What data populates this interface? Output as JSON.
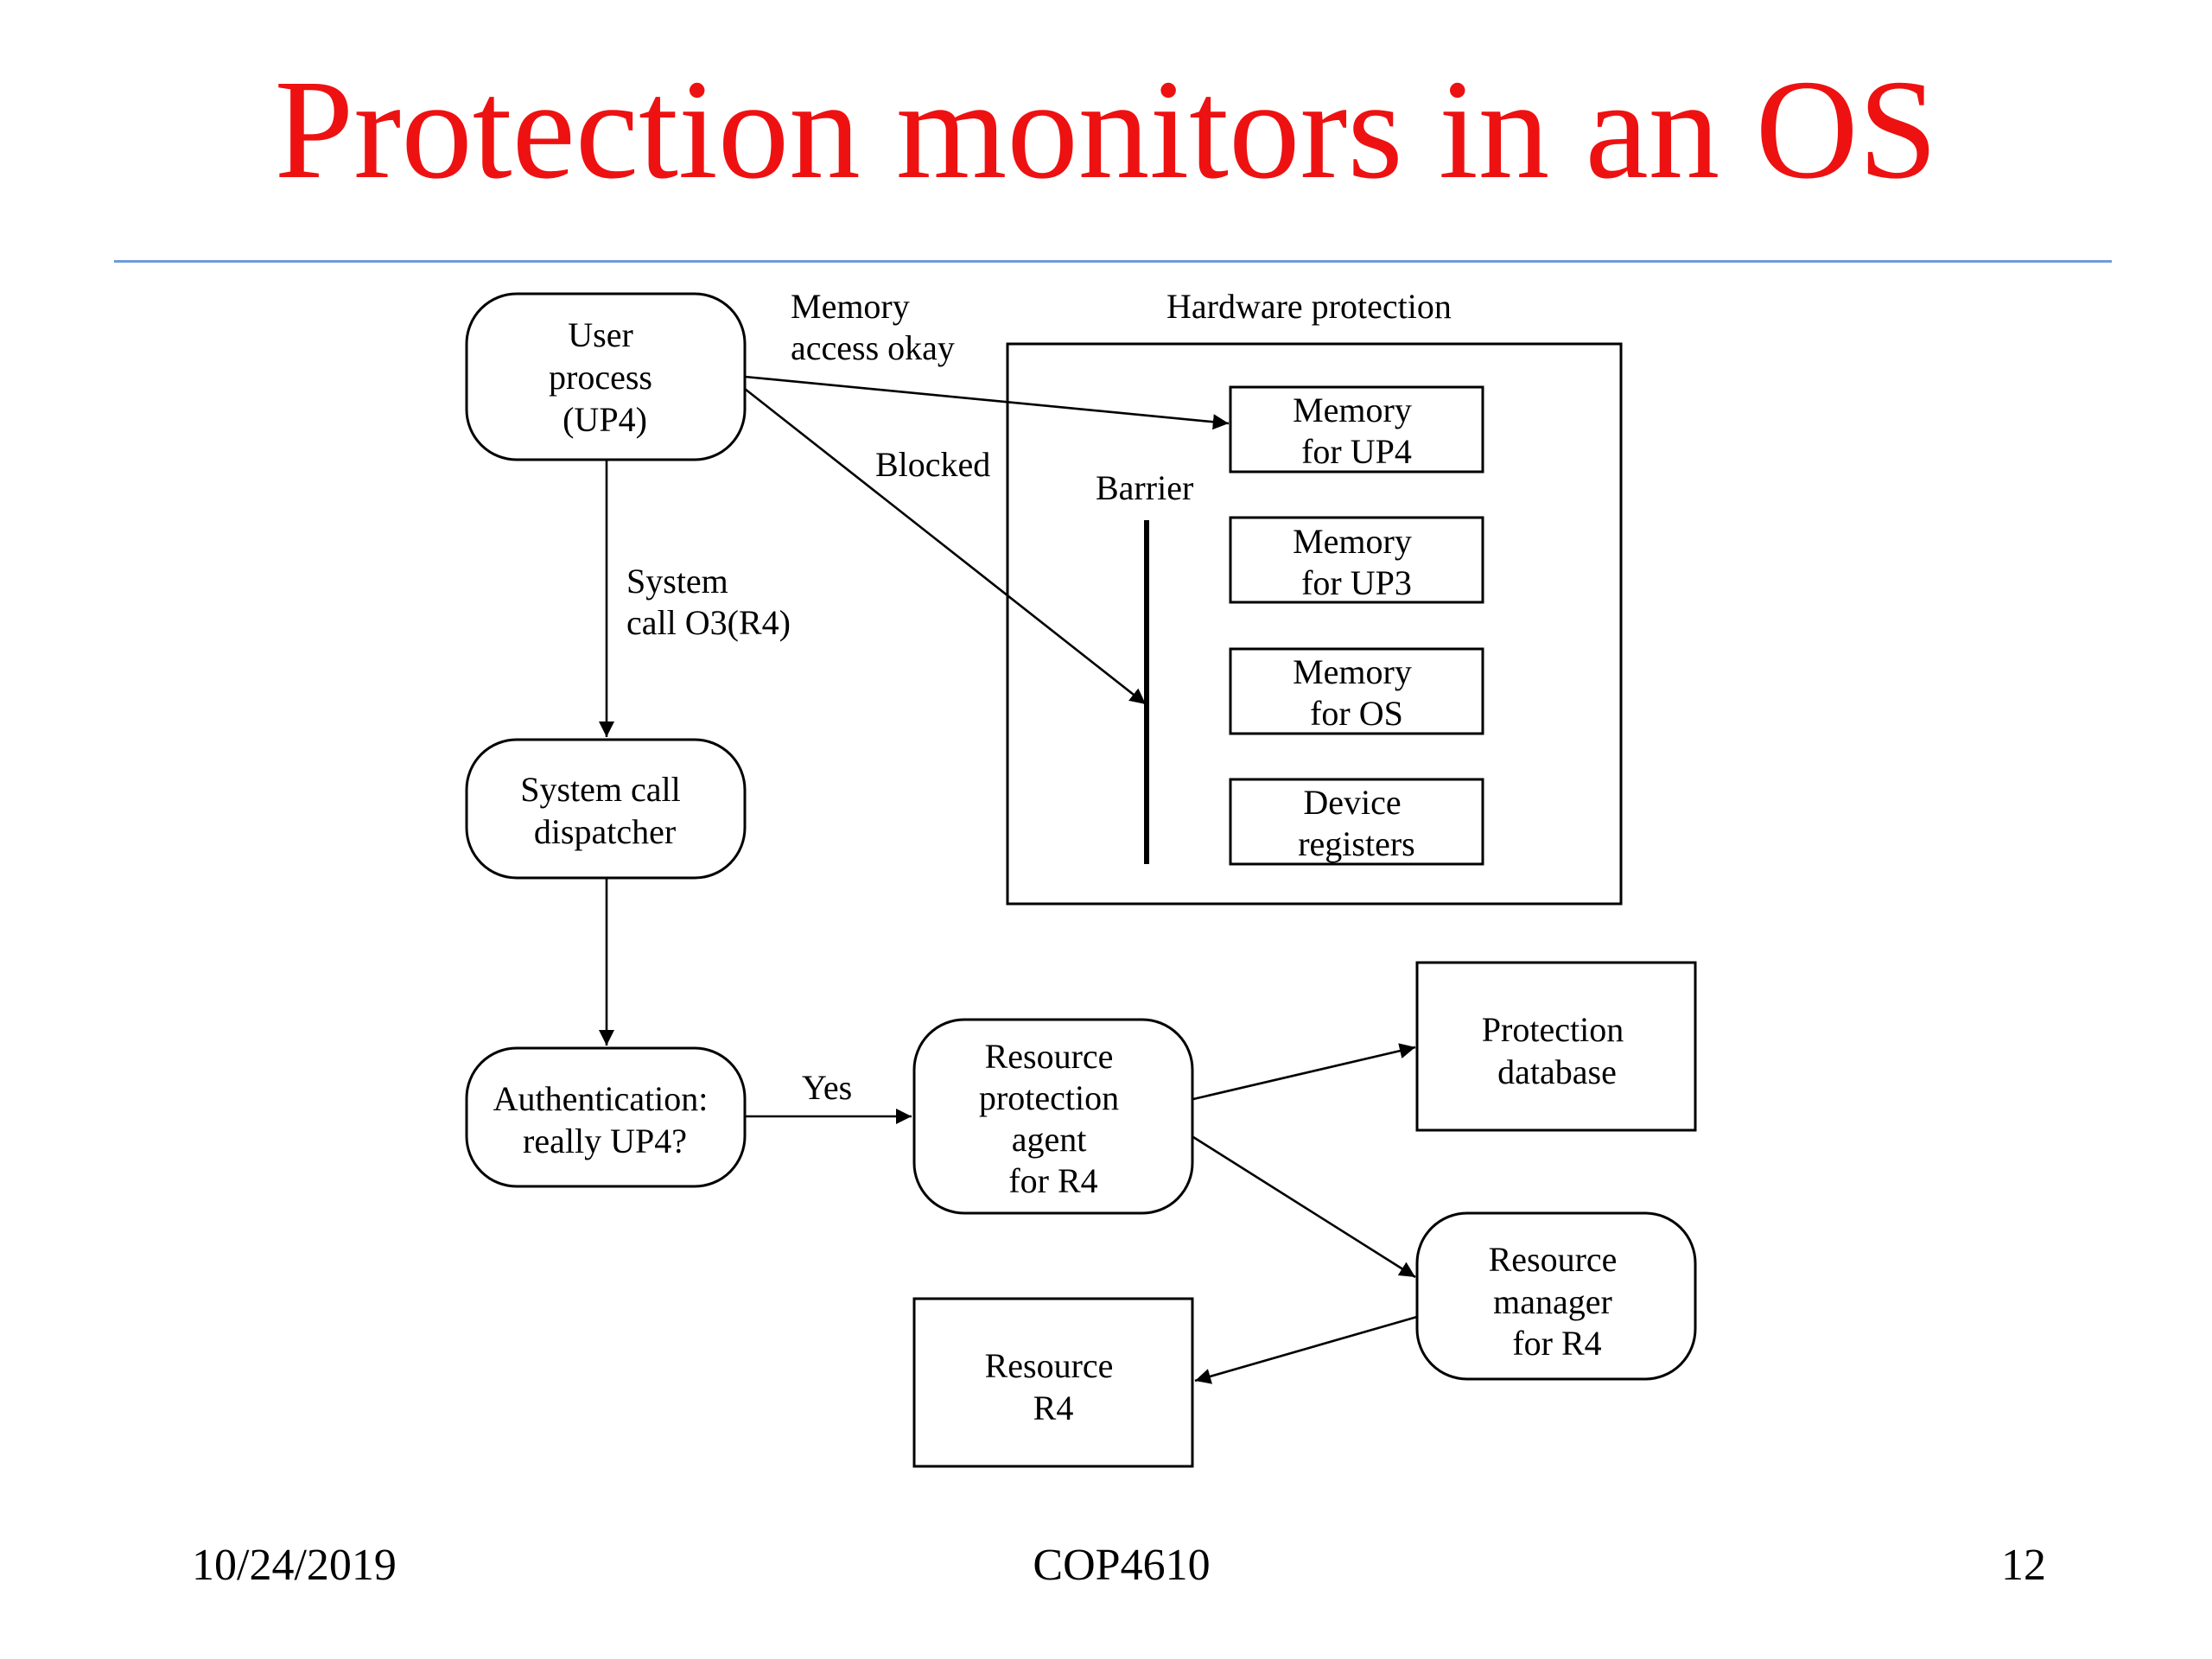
{
  "slide": {
    "title": "Protection monitors in an OS"
  },
  "diagram": {
    "nodes": {
      "user_process": [
        "User",
        "process",
        "(UP4)"
      ],
      "syscall_dispatcher": [
        "System call",
        "dispatcher"
      ],
      "authentication": [
        "Authentication:",
        "really UP4?"
      ],
      "resource_agent": [
        "Resource",
        "protection",
        "agent",
        "for R4"
      ],
      "protection_database": [
        "Protection",
        "database"
      ],
      "resource_manager": [
        "Resource",
        "manager",
        "for R4"
      ],
      "resource_r4": [
        "Resource",
        "R4"
      ],
      "memory_up4": [
        "Memory",
        "for UP4"
      ],
      "memory_up3": [
        "Memory",
        "for UP3"
      ],
      "memory_os": [
        "Memory",
        "for OS"
      ],
      "device_registers": [
        "Device",
        "registers"
      ]
    },
    "labels": {
      "memory_access_okay": [
        "Memory",
        "access okay"
      ],
      "hardware_protection": "Hardware protection",
      "blocked": "Blocked",
      "barrier": "Barrier",
      "system_call": [
        "System",
        "call O3(R4)"
      ],
      "yes": "Yes"
    }
  },
  "footer": {
    "date": "10/24/2019",
    "course": "COP4610",
    "page": "12"
  }
}
